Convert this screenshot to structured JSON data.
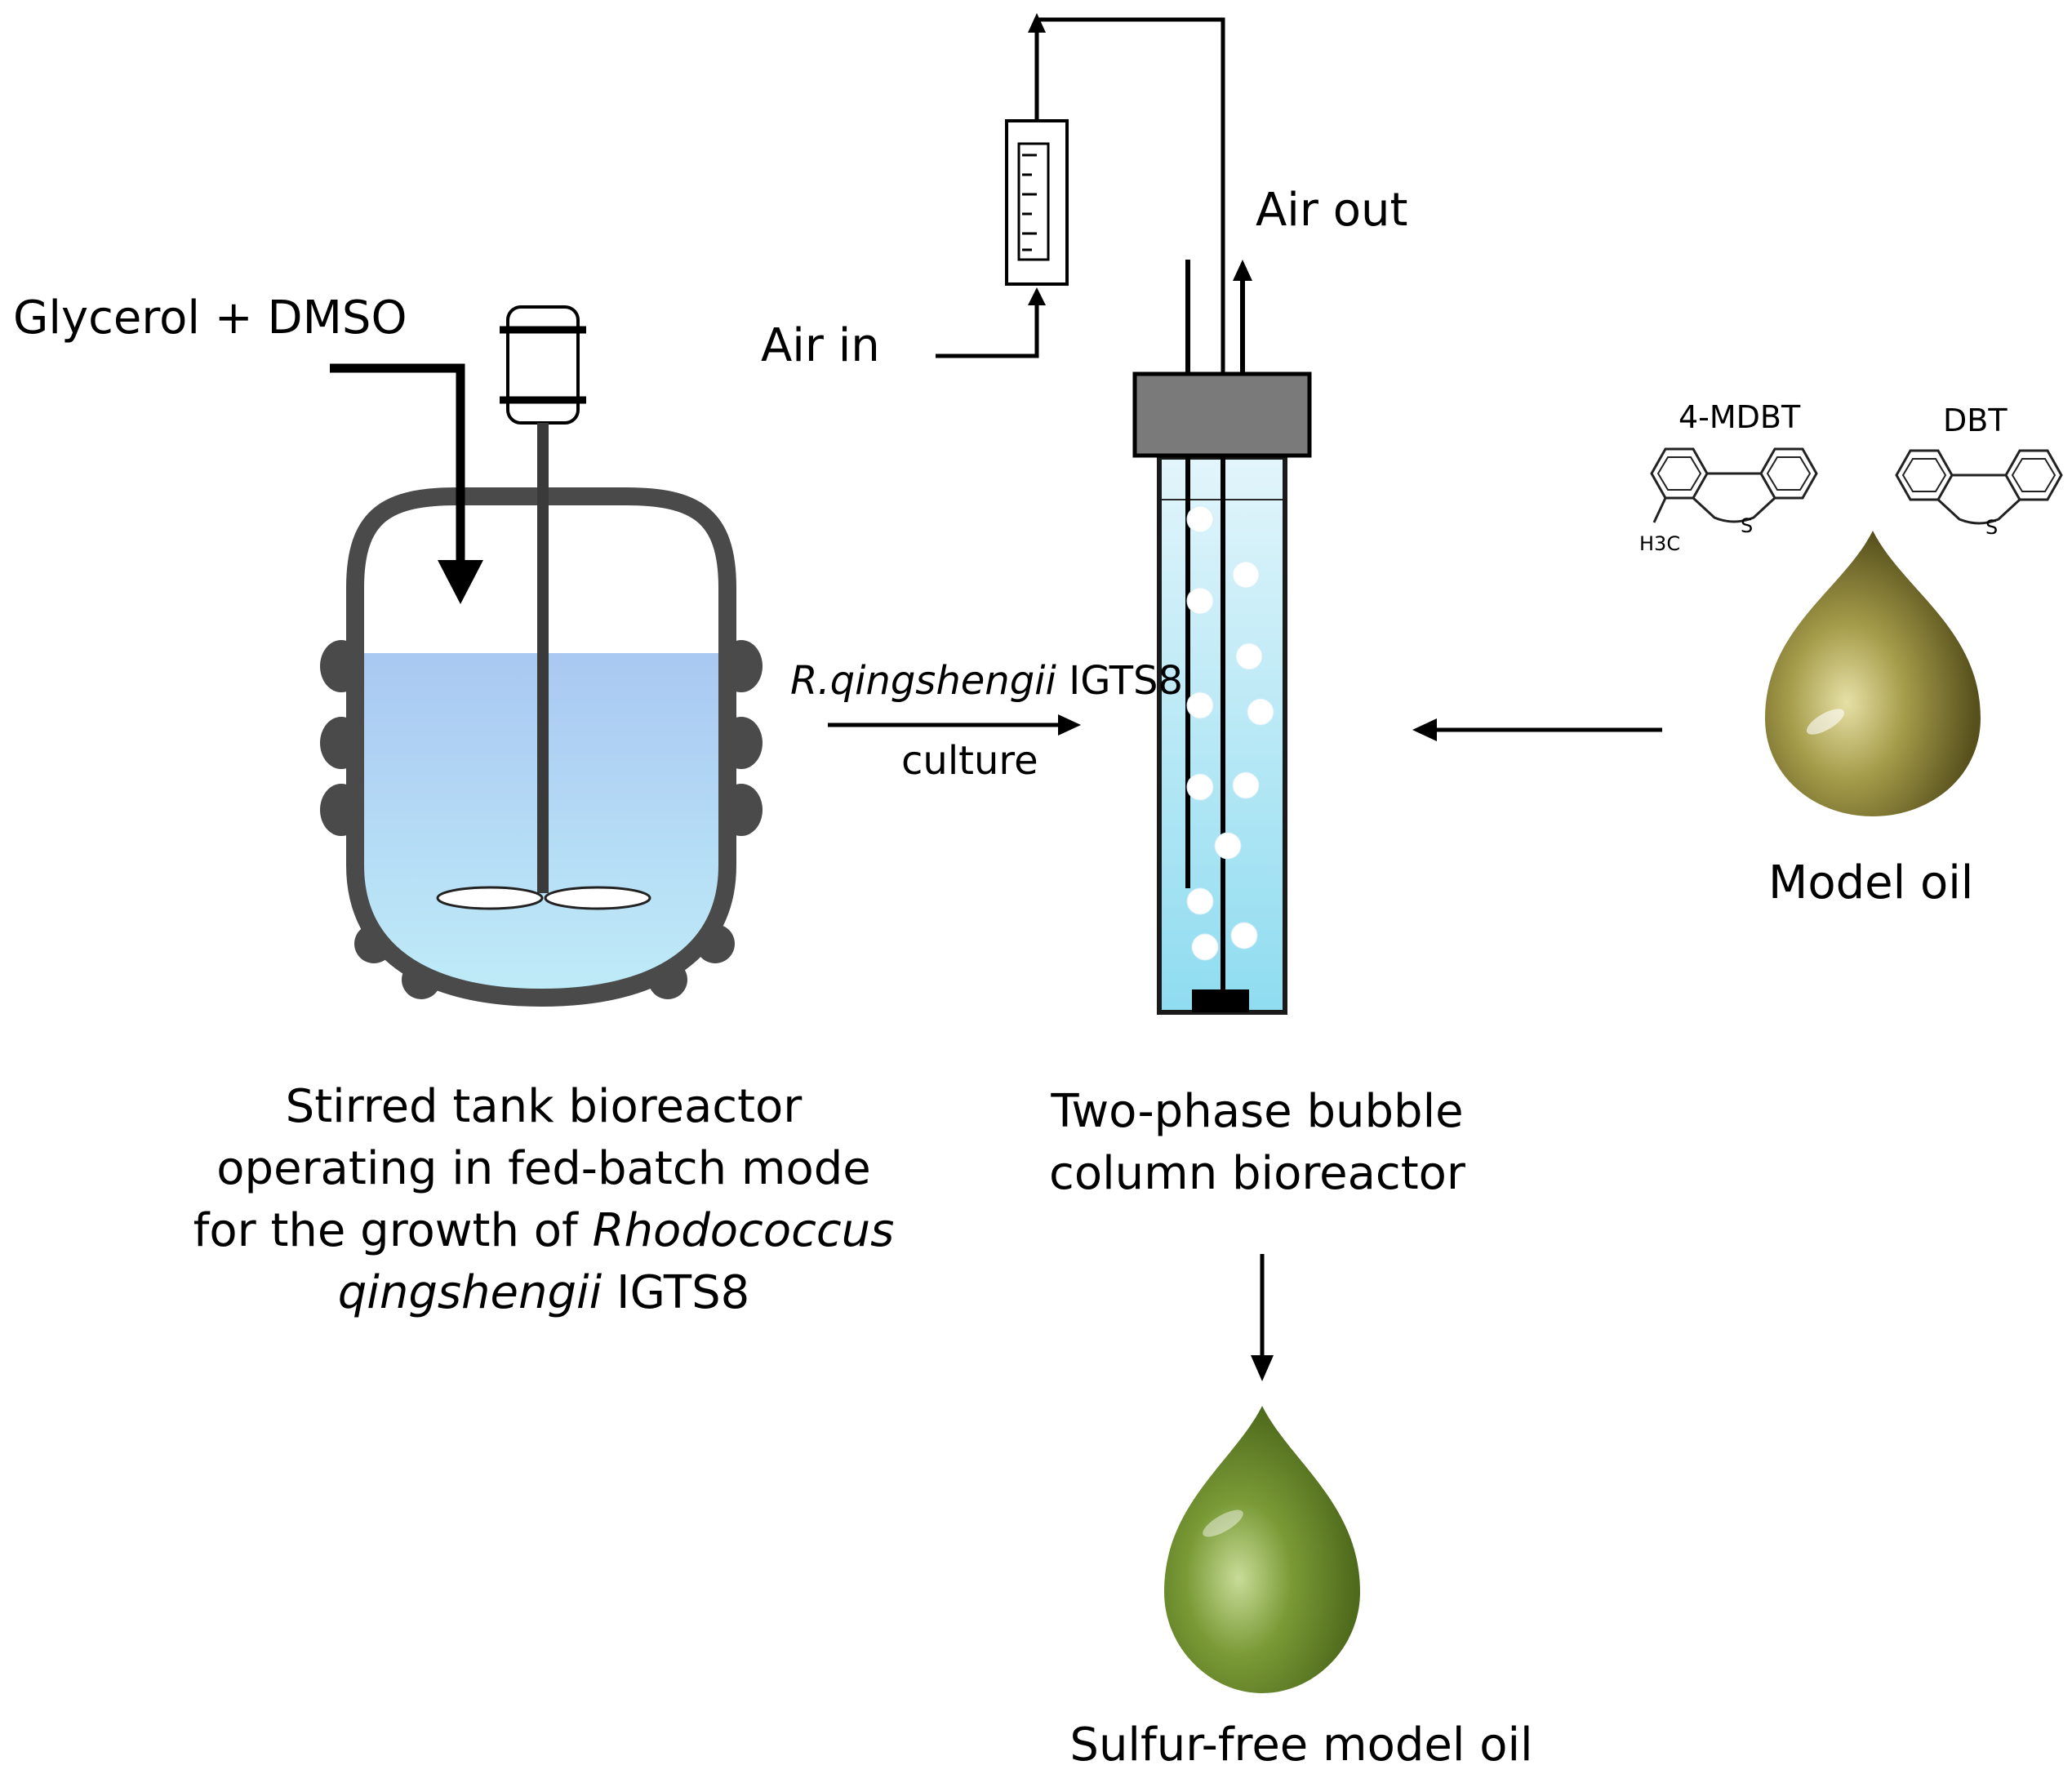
{
  "labels": {
    "glycerol_dmso": "Glycerol + DMSO",
    "air_in": "Air in",
    "air_out": "Air out",
    "culture_organism": "R.qingshengii",
    "culture_strain": " IGTS8",
    "culture_word": "culture",
    "mdbt": "4-MDBT",
    "dbt": "DBT",
    "h3c": "H3C",
    "sulfur_atom": "S",
    "model_oil": "Model oil",
    "sulfur_free_oil": "Sulfur-free model oil"
  },
  "captions": {
    "stirred_tank": {
      "line1": "Stirred tank bioreactor",
      "line2": "operating in fed-batch mode",
      "line3_pre": "for the growth of ",
      "line3_italic": "Rhodococcus",
      "line4_italic": "qingshengii",
      "line4_post": " IGTS8"
    },
    "bubble_column": {
      "line1": "Two-phase bubble",
      "line2": "column bioreactor"
    }
  },
  "colors": {
    "tank_wall": "#4a4a4a",
    "liquid_top": "#a9c8f2",
    "liquid_bottom": "#bfecf8",
    "column_cap": "#7a7a7a",
    "model_oil": "#9a9240",
    "sulfur_free_oil": "#6f8f2e"
  }
}
